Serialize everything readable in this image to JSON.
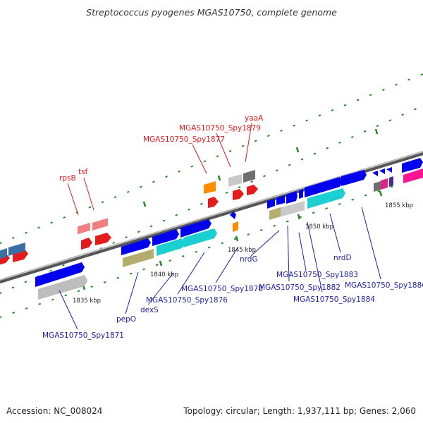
{
  "title": "Streptococcus pyogenes MGAS10750, complete genome",
  "footer": {
    "accession": "Accession: NC_008024",
    "stats": "Topology: circular; Length: 1,937,111 bp; Genes: 2,060"
  },
  "colors": {
    "backbone": "#8c8c8c",
    "tick": "#1f8a1f",
    "label_red": "#e31a1c",
    "label_blue": "#1f1fa6"
  },
  "ticks": [
    "1835 kbp",
    "1840 kbp",
    "1845 kbp",
    "1850 kbp",
    "1855 kbp"
  ],
  "red_labels": [
    "rpsB",
    "tsf",
    "MGAS10750_Spy1877",
    "MGAS10750_Spy1879",
    "yaaA"
  ],
  "blue_labels": [
    "MGAS10750_Spy1871",
    "pepO",
    "dexS",
    "MGAS10750_Spy1876",
    "MGAS10750_Spy1878",
    "nrdG",
    "MGAS10750_Spy1883",
    "MGAS10750_Spy1882",
    "MGAS10750_Spy1884",
    "nrdD",
    "MGAS10750_Spy1886"
  ]
}
